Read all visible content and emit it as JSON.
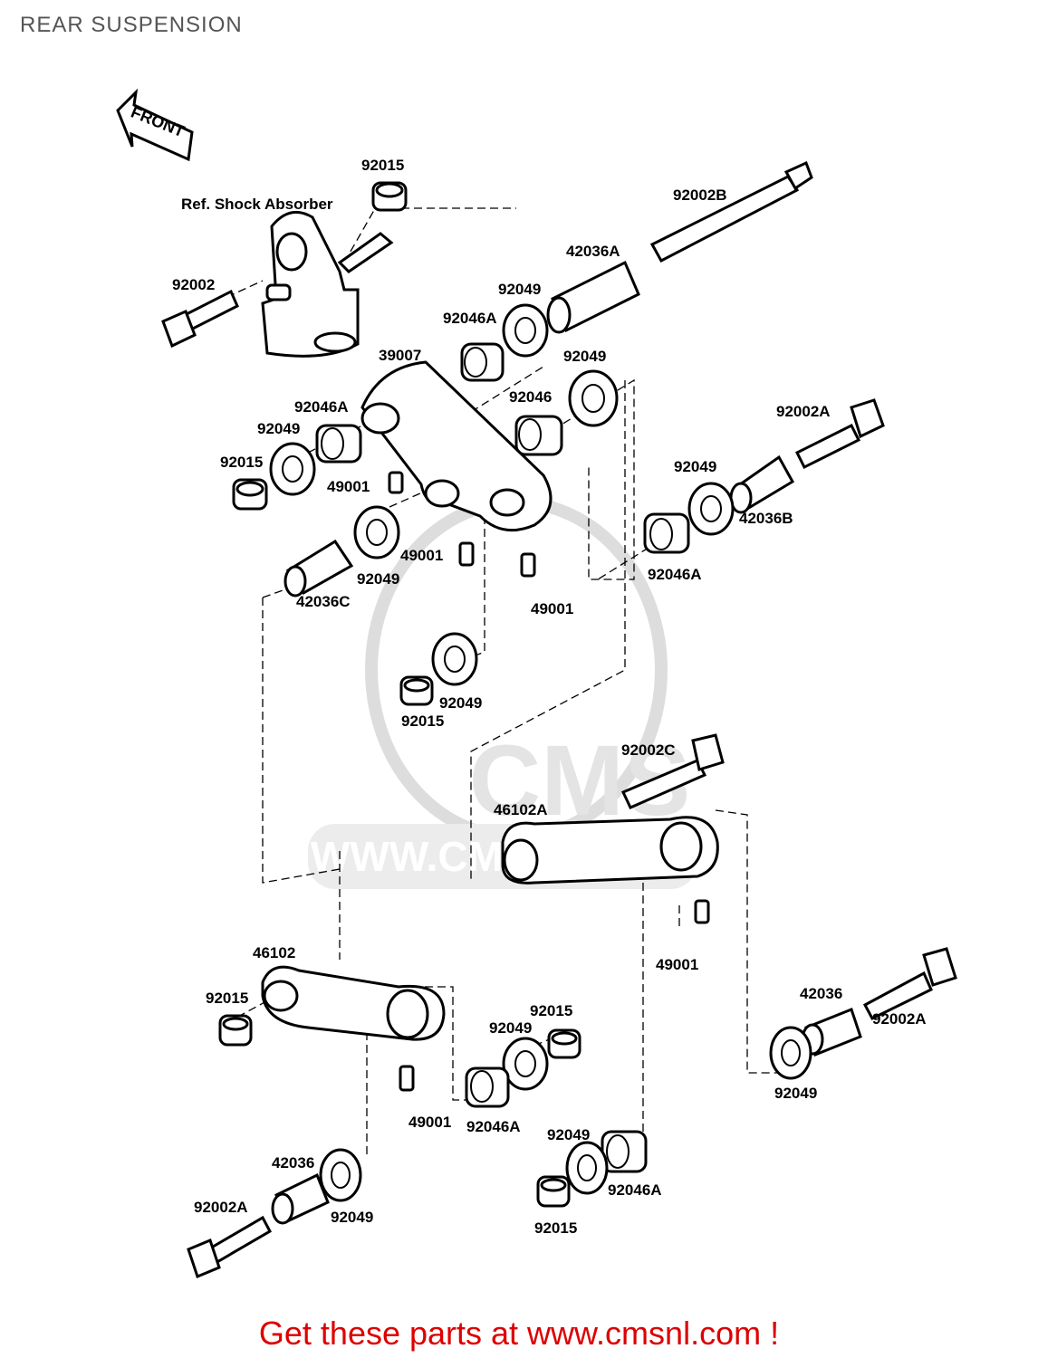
{
  "page": {
    "title": "REAR SUSPENSION"
  },
  "diagram": {
    "front_arrow": "FRONT",
    "ref_label": "Ref. Shock Absorber",
    "watermark_text": "WWW.CMSNL.COM",
    "watermark_logo": "CMS",
    "labels": {
      "l01": "92015",
      "l02": "92002B",
      "l03": "92002",
      "l04": "42036A",
      "l05": "92049",
      "l06": "92046A",
      "l07": "39007",
      "l08": "92049",
      "l09": "92046",
      "l10": "92046A",
      "l11": "92049",
      "l12": "92015",
      "l13": "49001",
      "l14": "92002A",
      "l15": "92049",
      "l16": "42036B",
      "l17": "49001",
      "l18": "92049",
      "l19": "42036C",
      "l20": "49001",
      "l21": "92046A",
      "l22": "92049",
      "l23": "92015",
      "l24": "92002C",
      "l25": "46102A",
      "l26": "49001",
      "l27": "46102",
      "l28": "92015",
      "l29": "92015",
      "l30": "92049",
      "l31": "42036",
      "l32": "92002A",
      "l33": "49001",
      "l34": "92046A",
      "l35": "92049",
      "l36": "42036",
      "l37": "92049",
      "l38": "92046A",
      "l39": "92002A",
      "l40": "92049",
      "l41": "92015"
    }
  },
  "footer": {
    "text": "Get these parts at www.cmsnl.com !"
  }
}
